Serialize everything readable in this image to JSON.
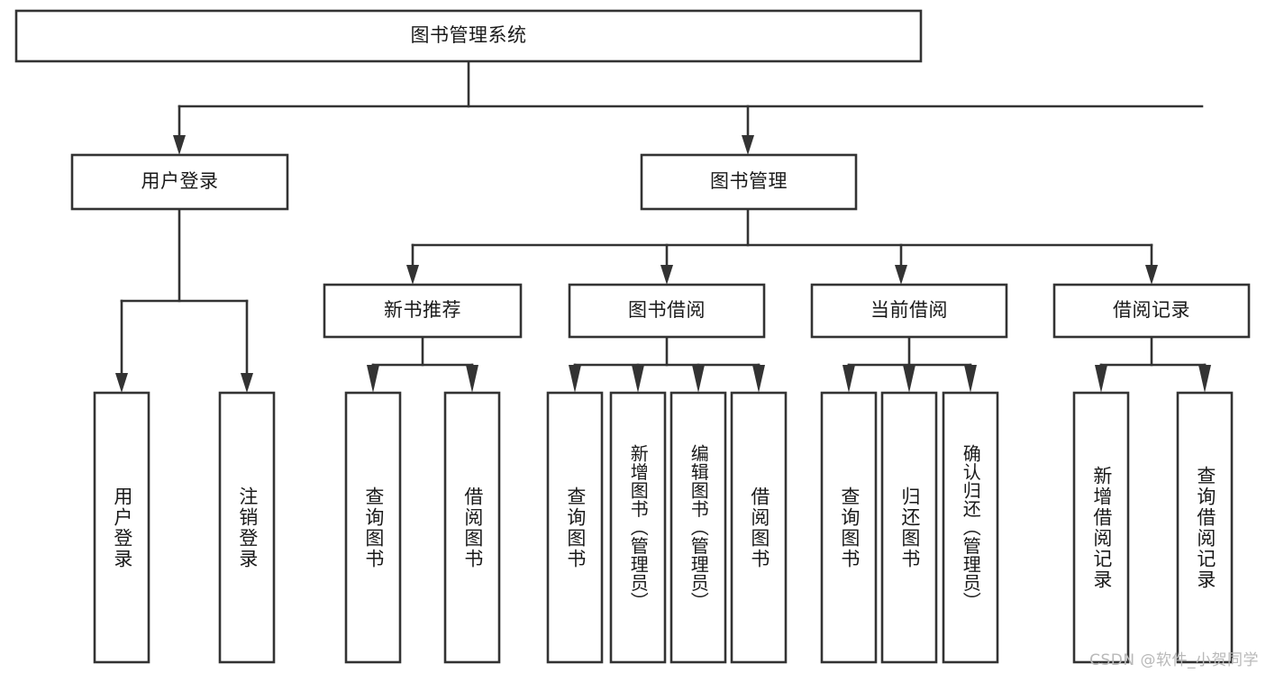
{
  "diagram": {
    "title": "图书管理系统",
    "type": "tree-hierarchy",
    "colors": {
      "stroke": "#333333",
      "fill": "#ffffff",
      "text": "#1a1a1a",
      "watermark": "#b9b9b9"
    },
    "root": {
      "label": "图书管理系统",
      "orientation": "horizontal"
    },
    "level2": [
      {
        "label": "用户登录",
        "orientation": "horizontal"
      },
      {
        "label": "图书管理",
        "orientation": "horizontal"
      }
    ],
    "level3": [
      {
        "label": "新书推荐",
        "orientation": "horizontal"
      },
      {
        "label": "图书借阅",
        "orientation": "horizontal"
      },
      {
        "label": "当前借阅",
        "orientation": "horizontal"
      },
      {
        "label": "借阅记录",
        "orientation": "horizontal"
      }
    ],
    "leaves": {
      "user_login": [
        {
          "label": "用户登录",
          "orientation": "vertical"
        },
        {
          "label": "注销登录",
          "orientation": "vertical"
        }
      ],
      "new_book_recommend": [
        {
          "label": "查询图书",
          "orientation": "vertical"
        },
        {
          "label": "借阅图书",
          "orientation": "vertical"
        }
      ],
      "book_borrow": [
        {
          "label": "查询图书",
          "orientation": "vertical"
        },
        {
          "label": "新增图书（管理员）",
          "orientation": "vertical"
        },
        {
          "label": "编辑图书（管理员）",
          "orientation": "vertical"
        },
        {
          "label": "借阅图书",
          "orientation": "vertical"
        }
      ],
      "current_borrow": [
        {
          "label": "查询图书",
          "orientation": "vertical"
        },
        {
          "label": "归还图书",
          "orientation": "vertical"
        },
        {
          "label": "确认归还（管理员）",
          "orientation": "vertical"
        }
      ],
      "borrow_record": [
        {
          "label": "新增借阅记录",
          "orientation": "vertical"
        },
        {
          "label": "查询借阅记录",
          "orientation": "vertical"
        }
      ]
    }
  },
  "watermark": {
    "text": "CSDN @软件_小贺同学"
  }
}
